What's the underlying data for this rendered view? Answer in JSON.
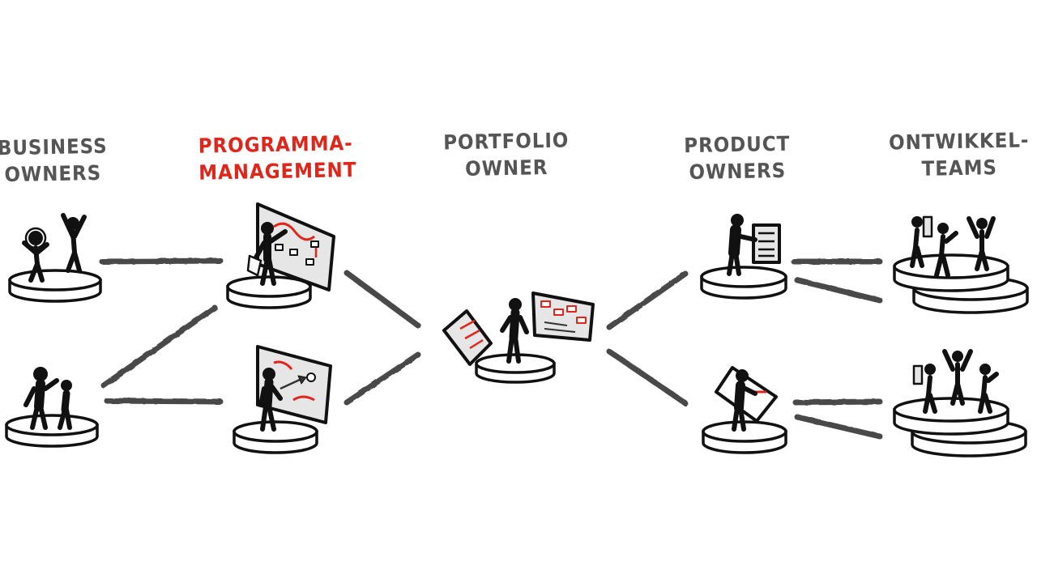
{
  "colors": {
    "label": "#555555",
    "accent": "#e0261b",
    "ink": "#111111",
    "connector": "#4a4a4a",
    "board": "#e6e6e6",
    "platform": "#ffffff"
  },
  "labels": {
    "business_owners": {
      "line1": "BUSINESS",
      "line2": "OWNERS"
    },
    "programma_management": {
      "line1": "PROGRAMMA-",
      "line2": "MANAGEMENT"
    },
    "portfolio_owner": {
      "line1": "PORTFOLIO",
      "line2": "OWNER"
    },
    "product_owners": {
      "line1": "PRODUCT",
      "line2": "OWNERS"
    },
    "ontwikkel_teams": {
      "line1": "ONTWIKKEL-",
      "line2": "TEAMS"
    }
  },
  "icons": {
    "business_owner_top": "two-people-cheering-icon",
    "business_owner_bottom": "adult-and-child-pointing-icon",
    "programma_top": "person-at-whiteboard-icon",
    "programma_bottom": "person-at-roadmap-board-icon",
    "portfolio": "person-with-documents-icon",
    "product_top": "person-holding-backlog-icon",
    "product_bottom": "person-writing-board-icon",
    "team_top": "team-celebrating-icon",
    "team_bottom": "team-with-tools-icon"
  },
  "diagram": {
    "nodes": [
      "business_owners",
      "programma_management",
      "portfolio_owner",
      "product_owners",
      "ontwikkel_teams"
    ]
  }
}
